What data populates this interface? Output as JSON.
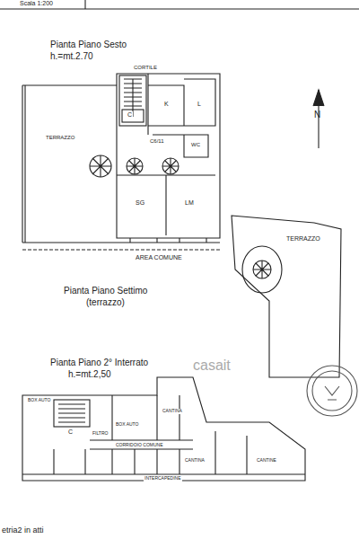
{
  "diagram": {
    "labels": [
      "Scala 1:200",
      "Pianta Piano Sesto",
      "h.=mt.2.70",
      "CORTILE",
      "K",
      "L",
      "C",
      "C6/11",
      "WC",
      "TERRAZZO",
      "SG",
      "LM",
      "AREA COMUNE",
      "N",
      "TERRAZZO",
      "Pianta Piano Settimo",
      "(terrazzo)",
      "Pianta Piano 2° Interrato",
      "h.=mt.2,50",
      "BOX AUTO",
      "C",
      "FILTRO",
      "BOX AUTO",
      "CORRIDOIO COMUNE",
      "CANTINA",
      "CANTINA",
      "CANTINE",
      "INTERCAPEDINE",
      "casait",
      "etria2 in atti"
    ]
  }
}
